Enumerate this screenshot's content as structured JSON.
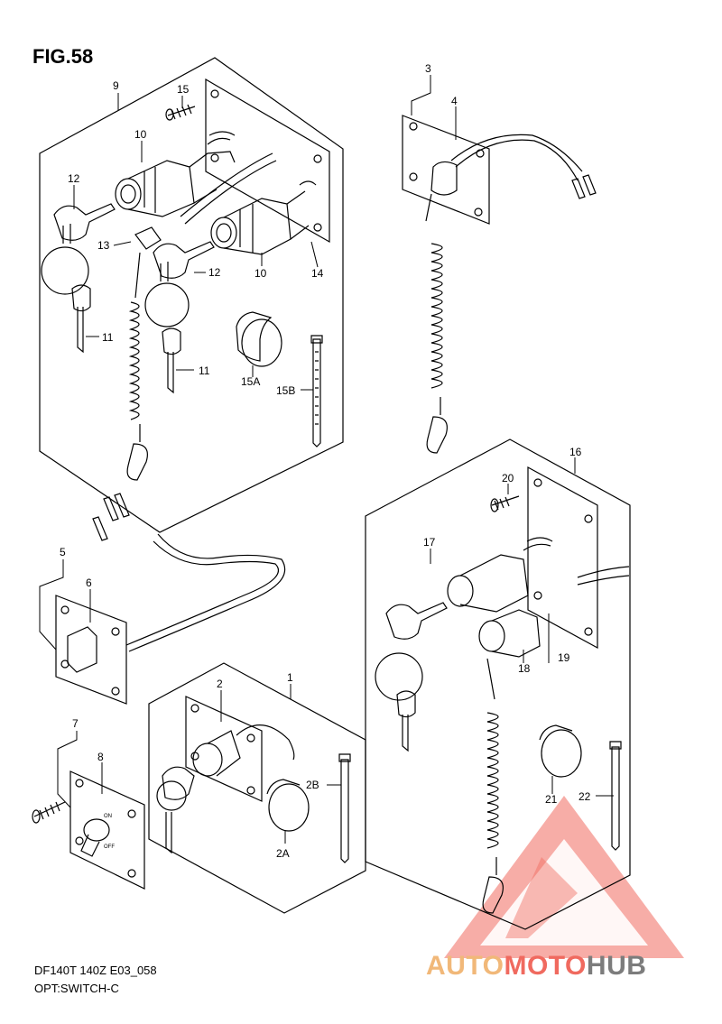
{
  "figure": {
    "title": "FIG.58"
  },
  "labels": {
    "p1": "1",
    "p2": "2",
    "p2A": "2A",
    "p2B": "2B",
    "p3": "3",
    "p4": "4",
    "p5": "5",
    "p6": "6",
    "p7": "7",
    "p8": "8",
    "p9": "9",
    "p10a": "10",
    "p10b": "10",
    "p11a": "11",
    "p11b": "11",
    "p12a": "12",
    "p12b": "12",
    "p13": "13",
    "p14": "14",
    "p15": "15",
    "p15A": "15A",
    "p15B": "15B",
    "p16": "16",
    "p17": "17",
    "p18": "18",
    "p19": "19",
    "p20": "20",
    "p21": "21",
    "p22": "22",
    "on": "ON",
    "off": "OFF"
  },
  "footer": {
    "model": "DF140T 140Z E03_058",
    "caption": "OPT:SWITCH-C"
  },
  "watermark": {
    "part1": "AUTO",
    "part2": "MOTO",
    "part3": "HUB"
  },
  "colors": {
    "line": "#000000",
    "watermark_red": "#f06a5f",
    "watermark_orange": "#f1b879",
    "watermark_gray": "#7c7c7c"
  }
}
